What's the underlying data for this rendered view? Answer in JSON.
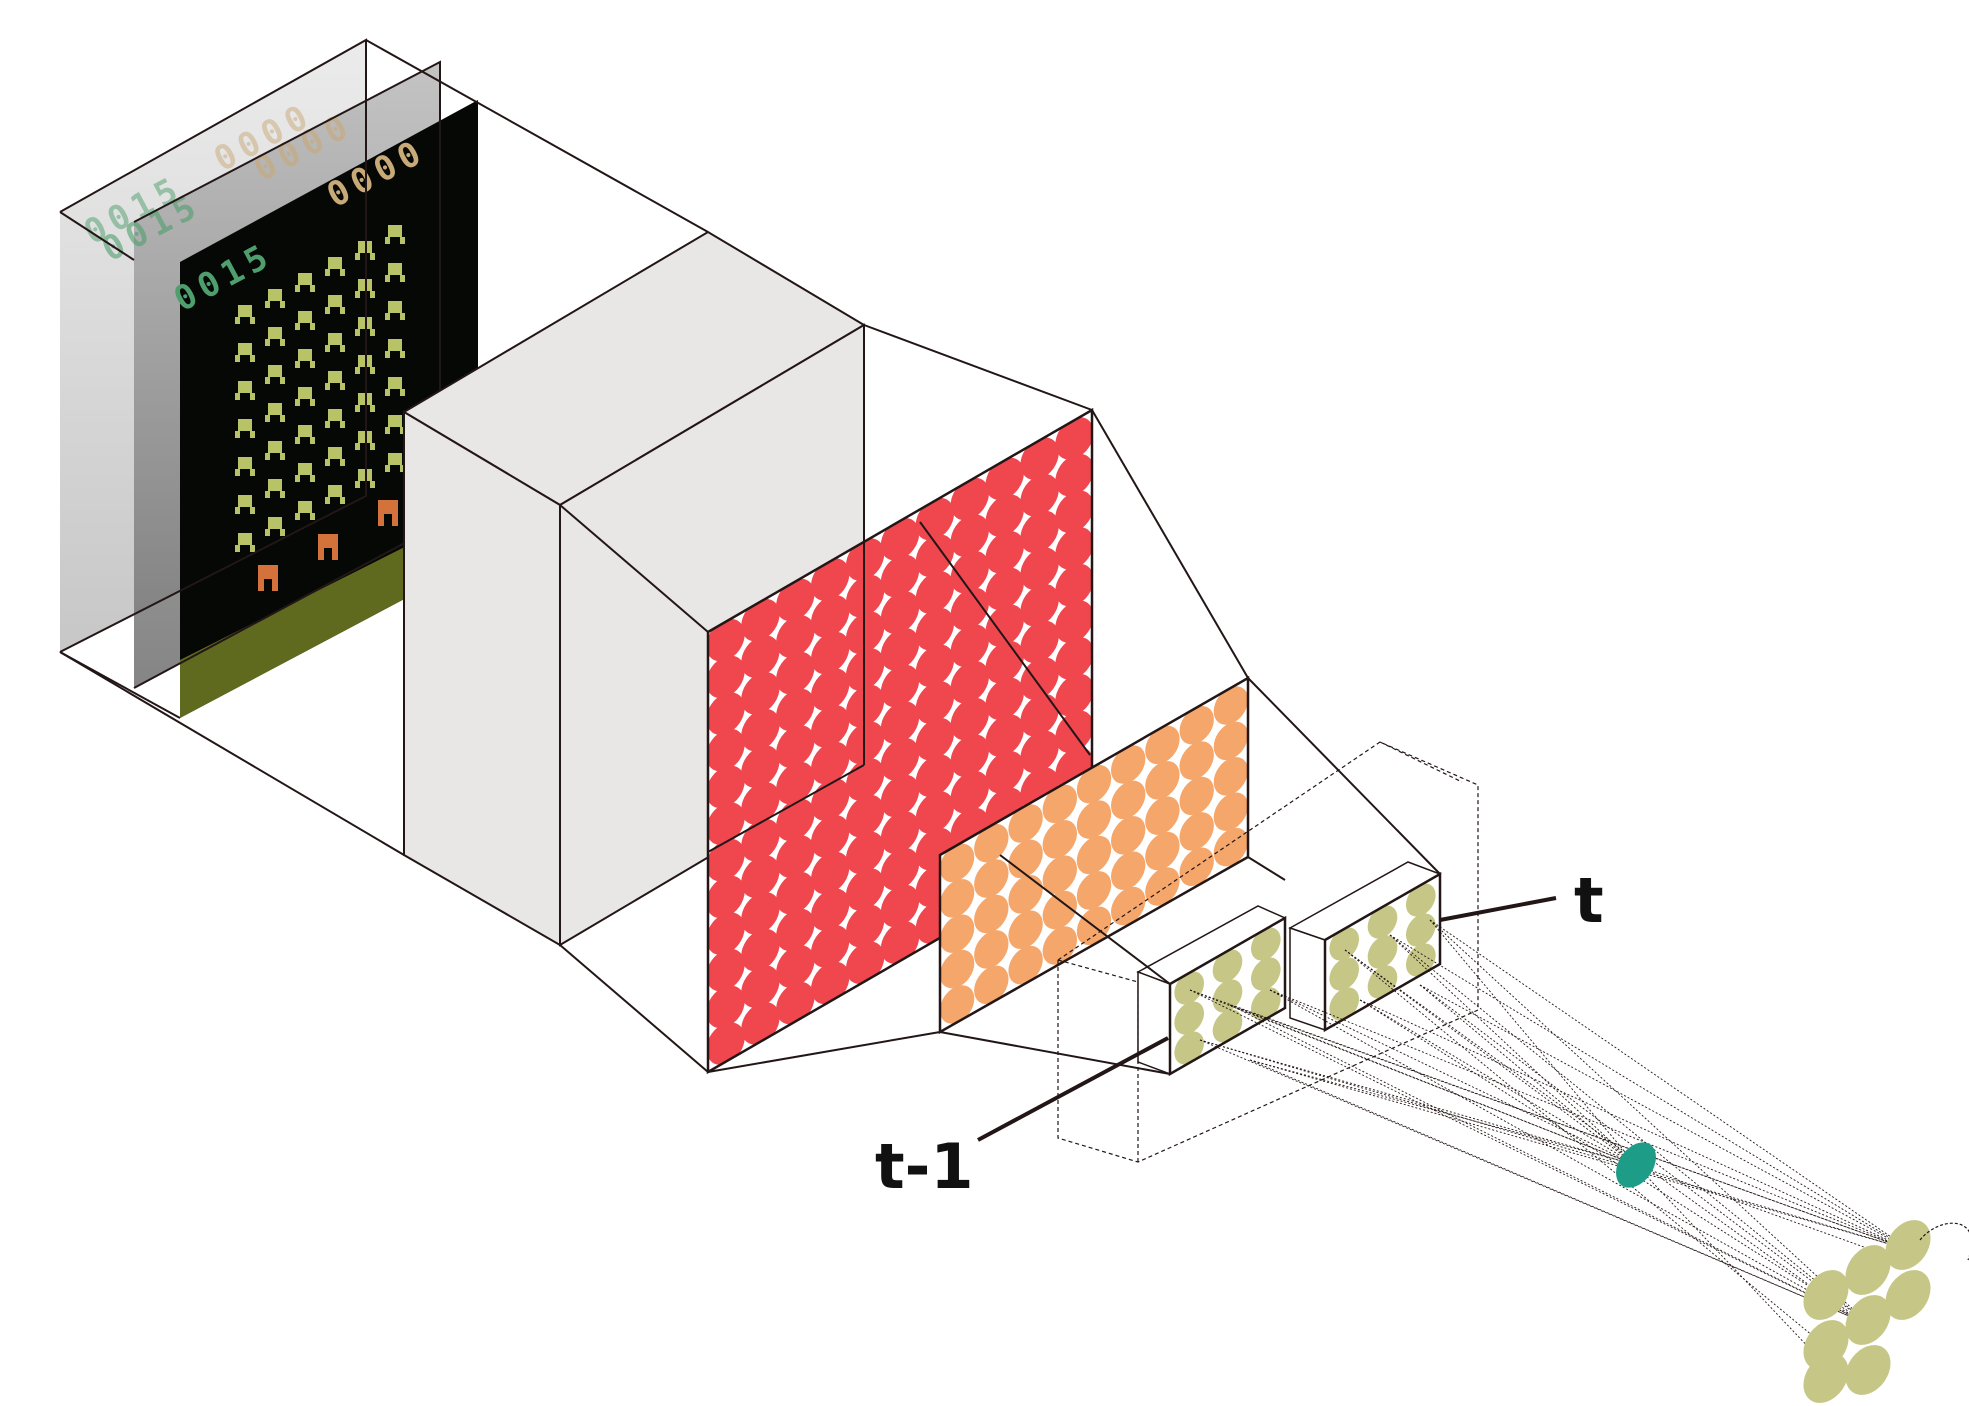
{
  "diagram": {
    "label_t": "t",
    "label_t_minus_1": "t-1",
    "frames": [
      {
        "score_left": "0015",
        "score_right": "0000"
      },
      {
        "score_left": "0015",
        "score_right": "0000"
      },
      {
        "score_left": "0015",
        "score_right": "0000"
      }
    ],
    "colors": {
      "conv1": "#f0474f",
      "conv2": "#f5a66b",
      "recurrent": "#c6c786",
      "hidden": "#1d9c87",
      "box_face": "#e9e6e6",
      "line": "#231616",
      "frame_bg": "#050805",
      "ground": "#5f6a1f",
      "invader": "#b8c266",
      "shield": "#d3723b",
      "score_left_color": "#4f9e6d",
      "score_right_color": "#c8a978"
    }
  }
}
